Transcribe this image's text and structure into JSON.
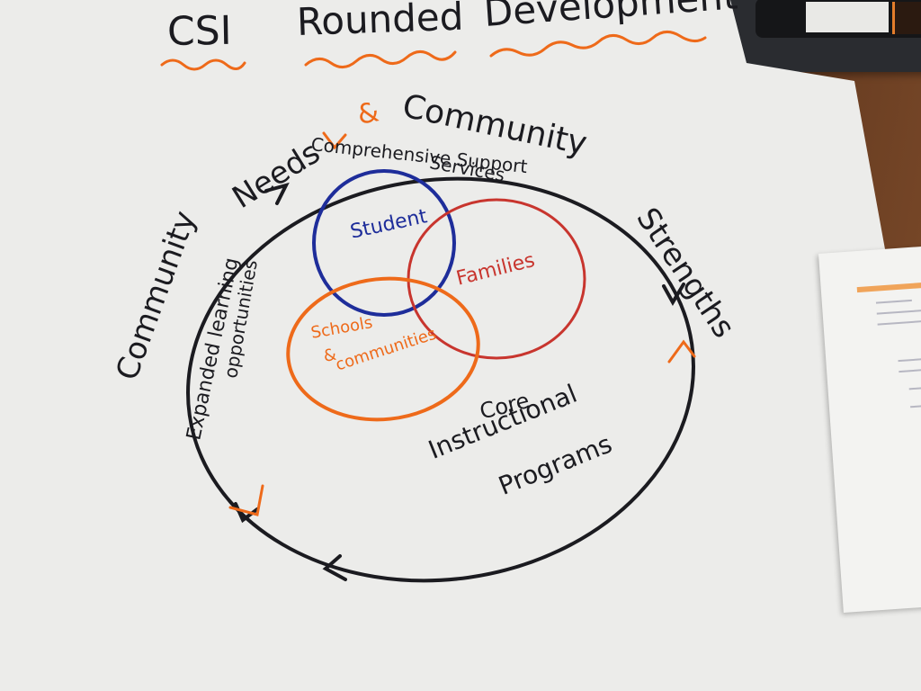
{
  "title": "CSI Rounded Development",
  "title_parts": [
    "CSI",
    "Rounded",
    "Development"
  ],
  "outer_labels": {
    "community_needs": "Community Needs",
    "ampersand": "&",
    "community_strengths": "Community Strengths",
    "community_left": "Community",
    "needs_top": "Needs",
    "community_top": "Community",
    "strengths": "Strengths"
  },
  "inner_labels": {
    "comprehensive_line1": "Comprehensive Support",
    "comprehensive_line2": "Services",
    "expanded_line1": "Expanded learning",
    "expanded_line2": "opportunities",
    "core_line1": "Core",
    "core_line2": "Instructional",
    "core_line3": "Programs"
  },
  "venn": {
    "student": "Student",
    "families": "Families",
    "schools_line1": "Schools",
    "schools_line2": "&",
    "schools_line3": "communities"
  },
  "colors": {
    "marker_black": "#1b1b20",
    "marker_blue": "#1e2d9a",
    "marker_red": "#c8352e",
    "marker_orange": "#ee6a1a",
    "paper": "#ececea"
  }
}
